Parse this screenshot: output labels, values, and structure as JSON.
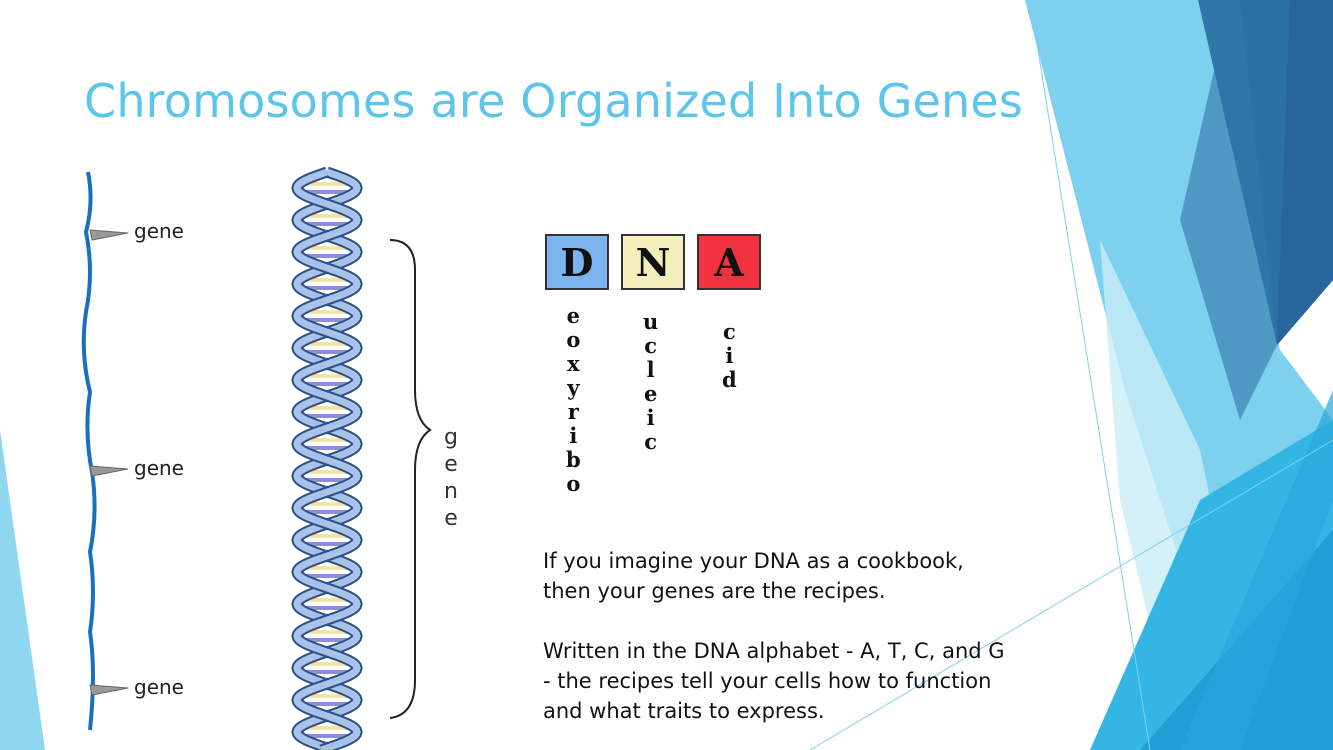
{
  "slide": {
    "title": "Chromosomes are Organized Into Genes",
    "chromosome_labels": [
      "gene",
      "gene",
      "gene"
    ],
    "brace_label": [
      "g",
      "e",
      "n",
      "e"
    ],
    "dna_tiles": [
      {
        "letter": "D",
        "rest": [
          "e",
          "o",
          "x",
          "y",
          "r",
          "i",
          "b",
          "o"
        ],
        "color": "#7db4f0"
      },
      {
        "letter": "N",
        "rest": [
          "u",
          "c",
          "l",
          "e",
          "i",
          "c"
        ],
        "color": "#f3efbd"
      },
      {
        "letter": "A",
        "rest": [
          "c",
          "i",
          "d"
        ],
        "color": "#f2333f"
      }
    ],
    "paragraphs": [
      "If you imagine your DNA as a cookbook, then your genes are the recipes.",
      "Written in the DNA alphabet - A, T, C, and G - the recipes tell your cells how to function and what traits to express."
    ]
  },
  "colors": {
    "title": "#5bc5ea",
    "dark": "#2a6a9e",
    "mid": "#5bc5ea",
    "light": "#b5e3f5"
  }
}
